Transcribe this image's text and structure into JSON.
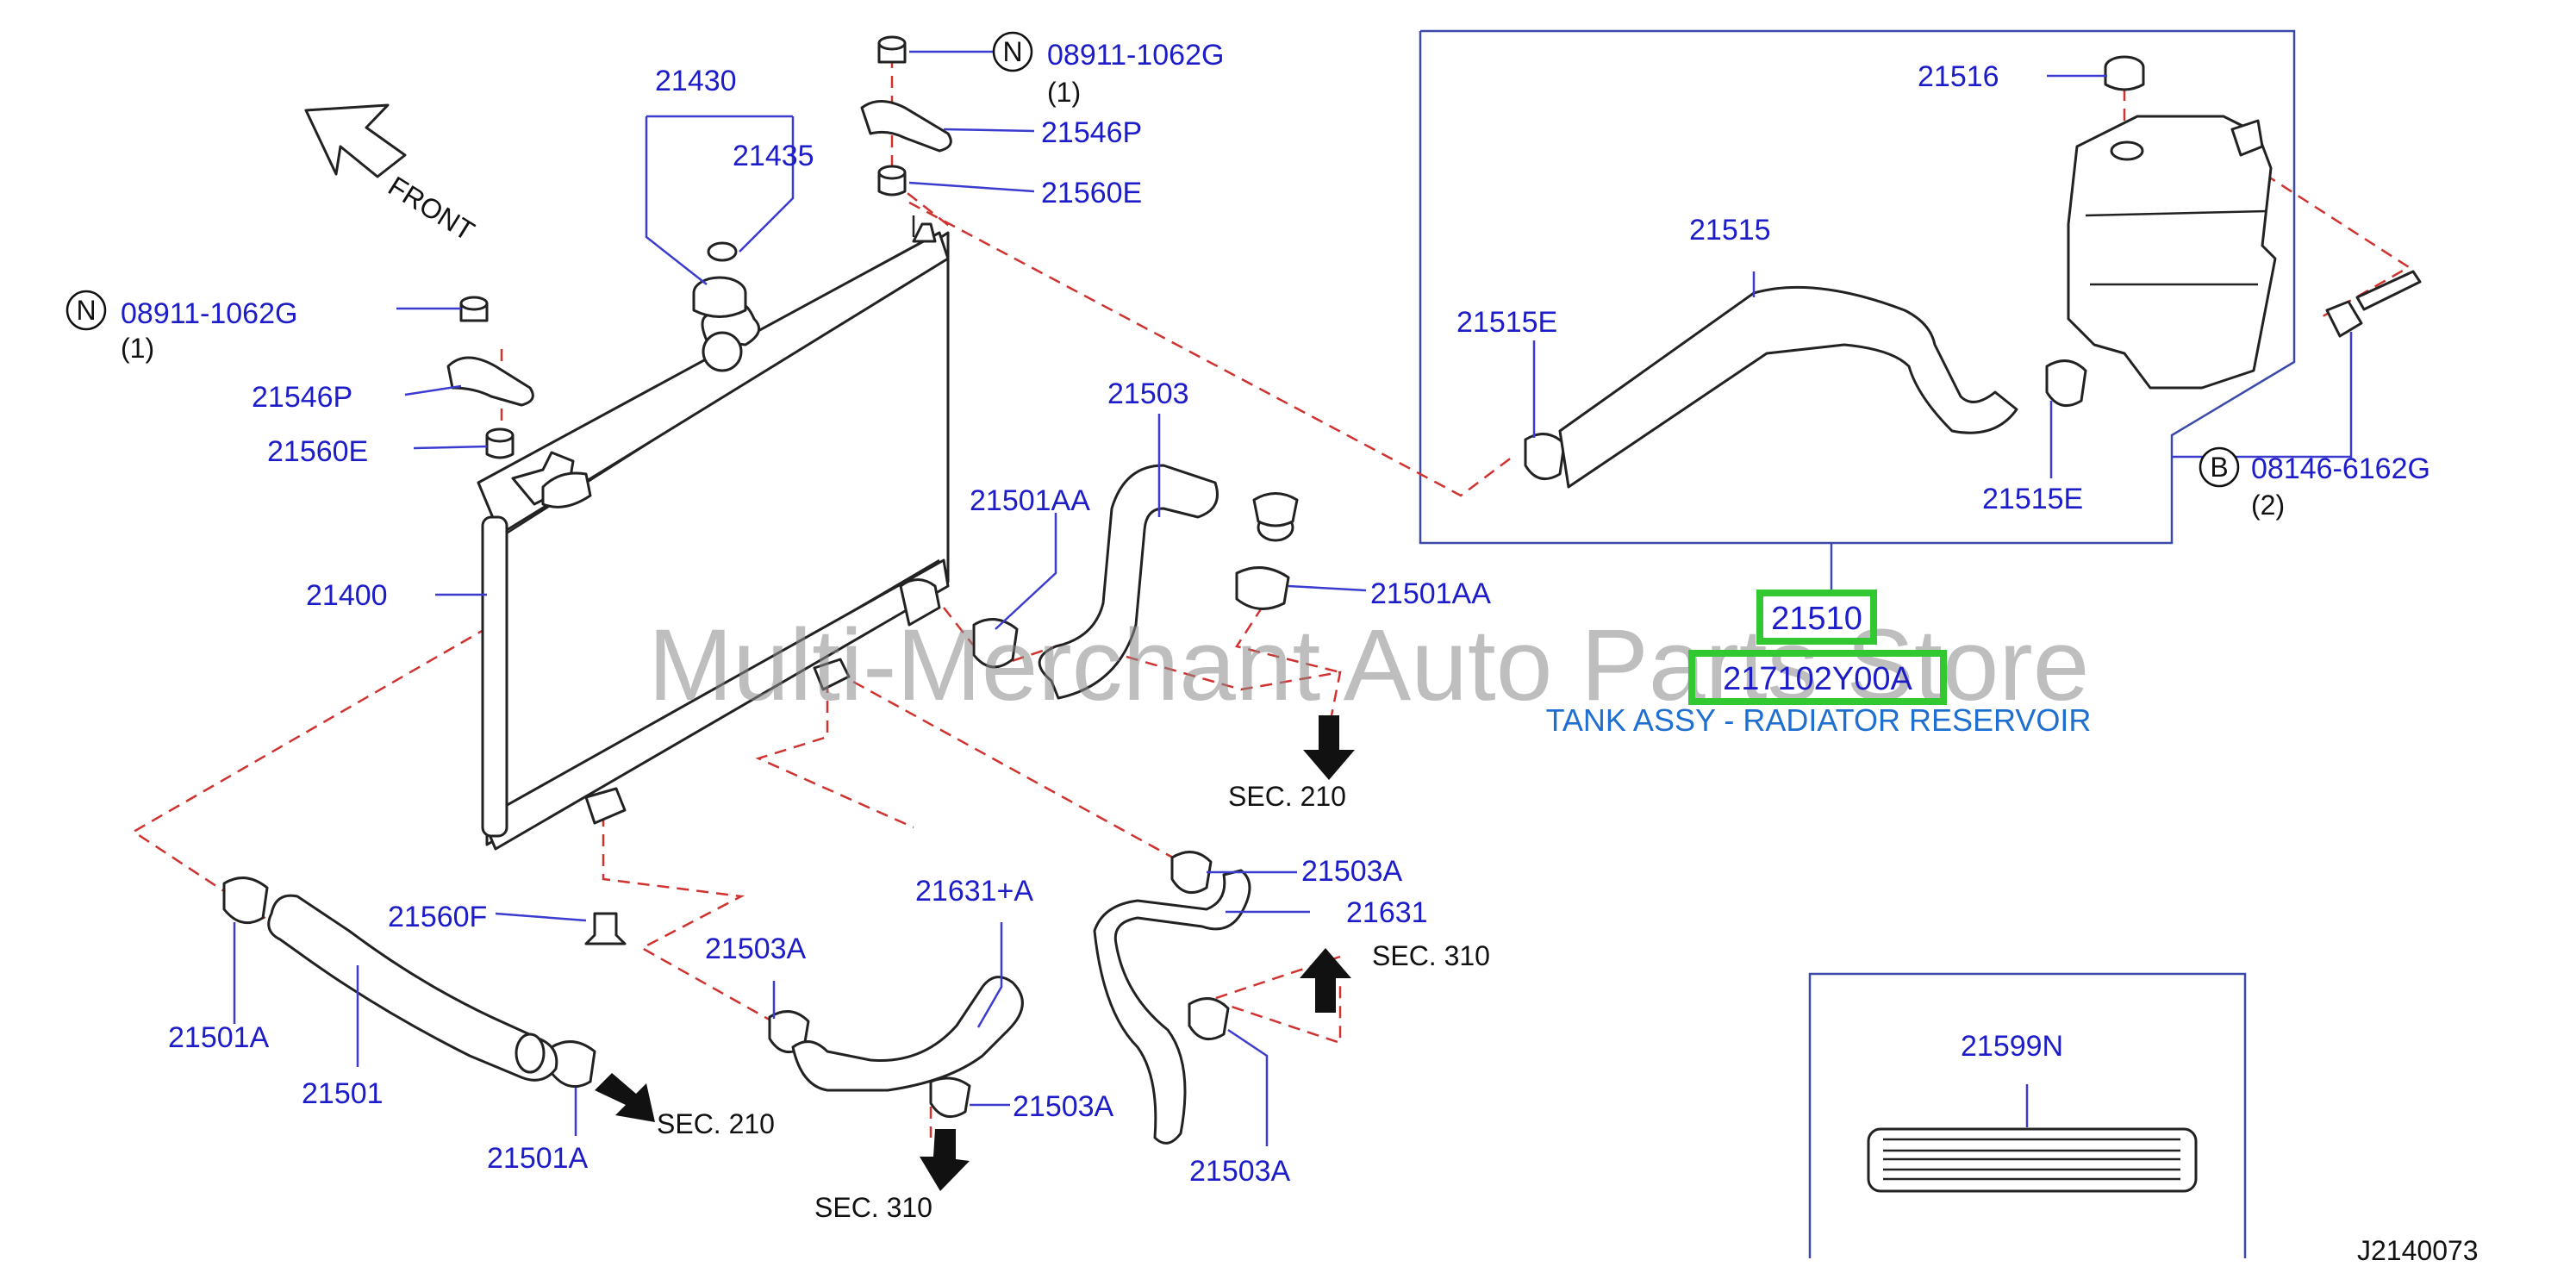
{
  "diagram": {
    "watermark": "Multi-Merchant Auto Parts Store",
    "diagram_code": "J2140073",
    "front_label": "FRONT",
    "callouts": [
      {
        "id": "c21430",
        "text": "21430"
      },
      {
        "id": "c21435",
        "text": "21435"
      },
      {
        "id": "c21546P_a",
        "text": "21546P"
      },
      {
        "id": "c21560E_a",
        "text": "21560E"
      },
      {
        "id": "c08911_a",
        "text": "08911-1062G"
      },
      {
        "id": "c08911_b",
        "text": "08911-1062G"
      },
      {
        "id": "c21546P_b",
        "text": "21546P"
      },
      {
        "id": "c21560E_b",
        "text": "21560E"
      },
      {
        "id": "c21400",
        "text": "21400"
      },
      {
        "id": "c21503",
        "text": "21503"
      },
      {
        "id": "c21501AA_a",
        "text": "21501AA"
      },
      {
        "id": "c21501AA_b",
        "text": "21501AA"
      },
      {
        "id": "c21516",
        "text": "21516"
      },
      {
        "id": "c21515",
        "text": "21515"
      },
      {
        "id": "c21515E_a",
        "text": "21515E"
      },
      {
        "id": "c21515E_b",
        "text": "21515E"
      },
      {
        "id": "c08146",
        "text": "08146-6162G"
      },
      {
        "id": "c21560F",
        "text": "21560F"
      },
      {
        "id": "c21501A_a",
        "text": "21501A"
      },
      {
        "id": "c21501",
        "text": "21501"
      },
      {
        "id": "c21501A_b",
        "text": "21501A"
      },
      {
        "id": "c21503A_a",
        "text": "21503A"
      },
      {
        "id": "c21631A",
        "text": "21631+A"
      },
      {
        "id": "c21503A_b",
        "text": "21503A"
      },
      {
        "id": "c21503A_c",
        "text": "21503A"
      },
      {
        "id": "c21631",
        "text": "21631"
      },
      {
        "id": "c21503A_d",
        "text": "21503A"
      },
      {
        "id": "c21599N",
        "text": "21599N"
      }
    ],
    "quantities": {
      "q1": "(1)",
      "q2": "(1)",
      "q3": "(2)"
    },
    "badges": {
      "n1": "N",
      "n2": "N",
      "b": "B"
    },
    "sections": {
      "sec1": "SEC.  210",
      "sec2": "SEC.  310",
      "sec3": "SEC.  210",
      "sec4": "SEC.  310"
    },
    "highlight": {
      "part_number_short": "21510",
      "part_number": "217102Y00A",
      "description": "TANK ASSY - RADIATOR RESERVOIR"
    },
    "colors": {
      "callout_blue": "#1c1cc8",
      "dashed_red": "#d0322f",
      "highlight_green": "#32c832",
      "caption_blue": "#1f6fd1"
    }
  }
}
